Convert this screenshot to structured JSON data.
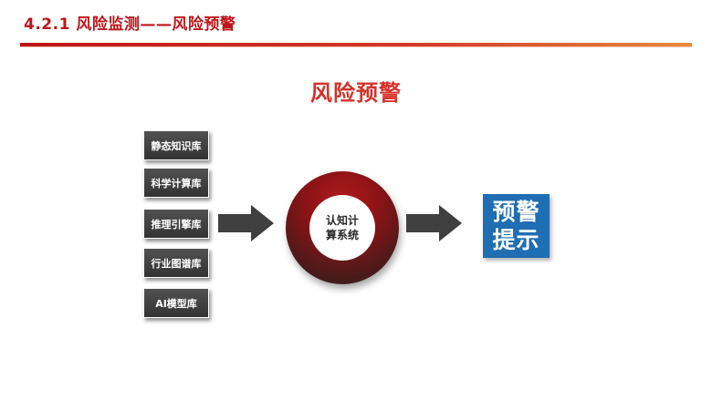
{
  "header": {
    "title": "4.2.1 风险监测——风险预警"
  },
  "diagram": {
    "title": "风险预警",
    "knowledge_bases": [
      "静态知识库",
      "科学计算库",
      "推理引擎库",
      "行业图谱库",
      "AI模型库"
    ],
    "core_system": {
      "line1": "认知计",
      "line2": "算系统"
    },
    "output": {
      "line1": "预警",
      "line2": "提示"
    }
  },
  "colors": {
    "title_red": "#c0151b",
    "main_title_red": "#d6312a",
    "box_dark": "#3d3d3d",
    "arrow_dark": "#3f3f3f",
    "ring_red": "#8e1316",
    "output_blue": "#1f6db3"
  }
}
